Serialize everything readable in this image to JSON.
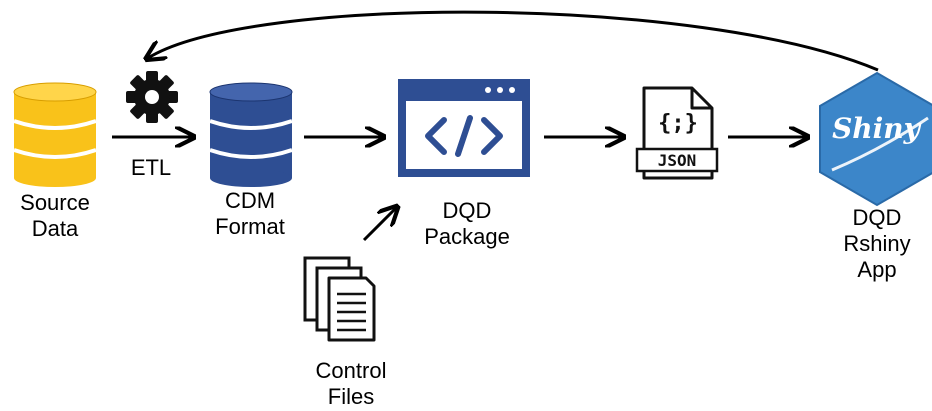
{
  "colors": {
    "database_yellow": "#F9C21A",
    "database_yellow_dark": "#D89E00",
    "database_blue": "#2E4E93",
    "database_blue_dark": "#1C3570",
    "package_blue": "#2E4E93",
    "shiny_blue": "#3C86C9",
    "arrow": "#000000"
  },
  "nodes": {
    "source_data": {
      "icon": "database-icon",
      "line1": "Source",
      "line2": "Data"
    },
    "etl": {
      "icon": "gear-icon",
      "label": "ETL"
    },
    "cdm_format": {
      "icon": "database-icon",
      "line1": "CDM",
      "line2": "Format"
    },
    "dqd_package": {
      "icon": "code-window-icon",
      "line1": "DQD",
      "line2": "Package"
    },
    "json": {
      "icon": "json-file-icon",
      "badge": "JSON",
      "braces": "{;}"
    },
    "dqd_app": {
      "icon": "shiny-hex-icon",
      "badge": "Shiny",
      "line1": "DQD",
      "line2": "Rshiny",
      "line3": "App"
    },
    "control_files": {
      "icon": "documents-icon",
      "line1": "Control",
      "line2": "Files"
    }
  }
}
